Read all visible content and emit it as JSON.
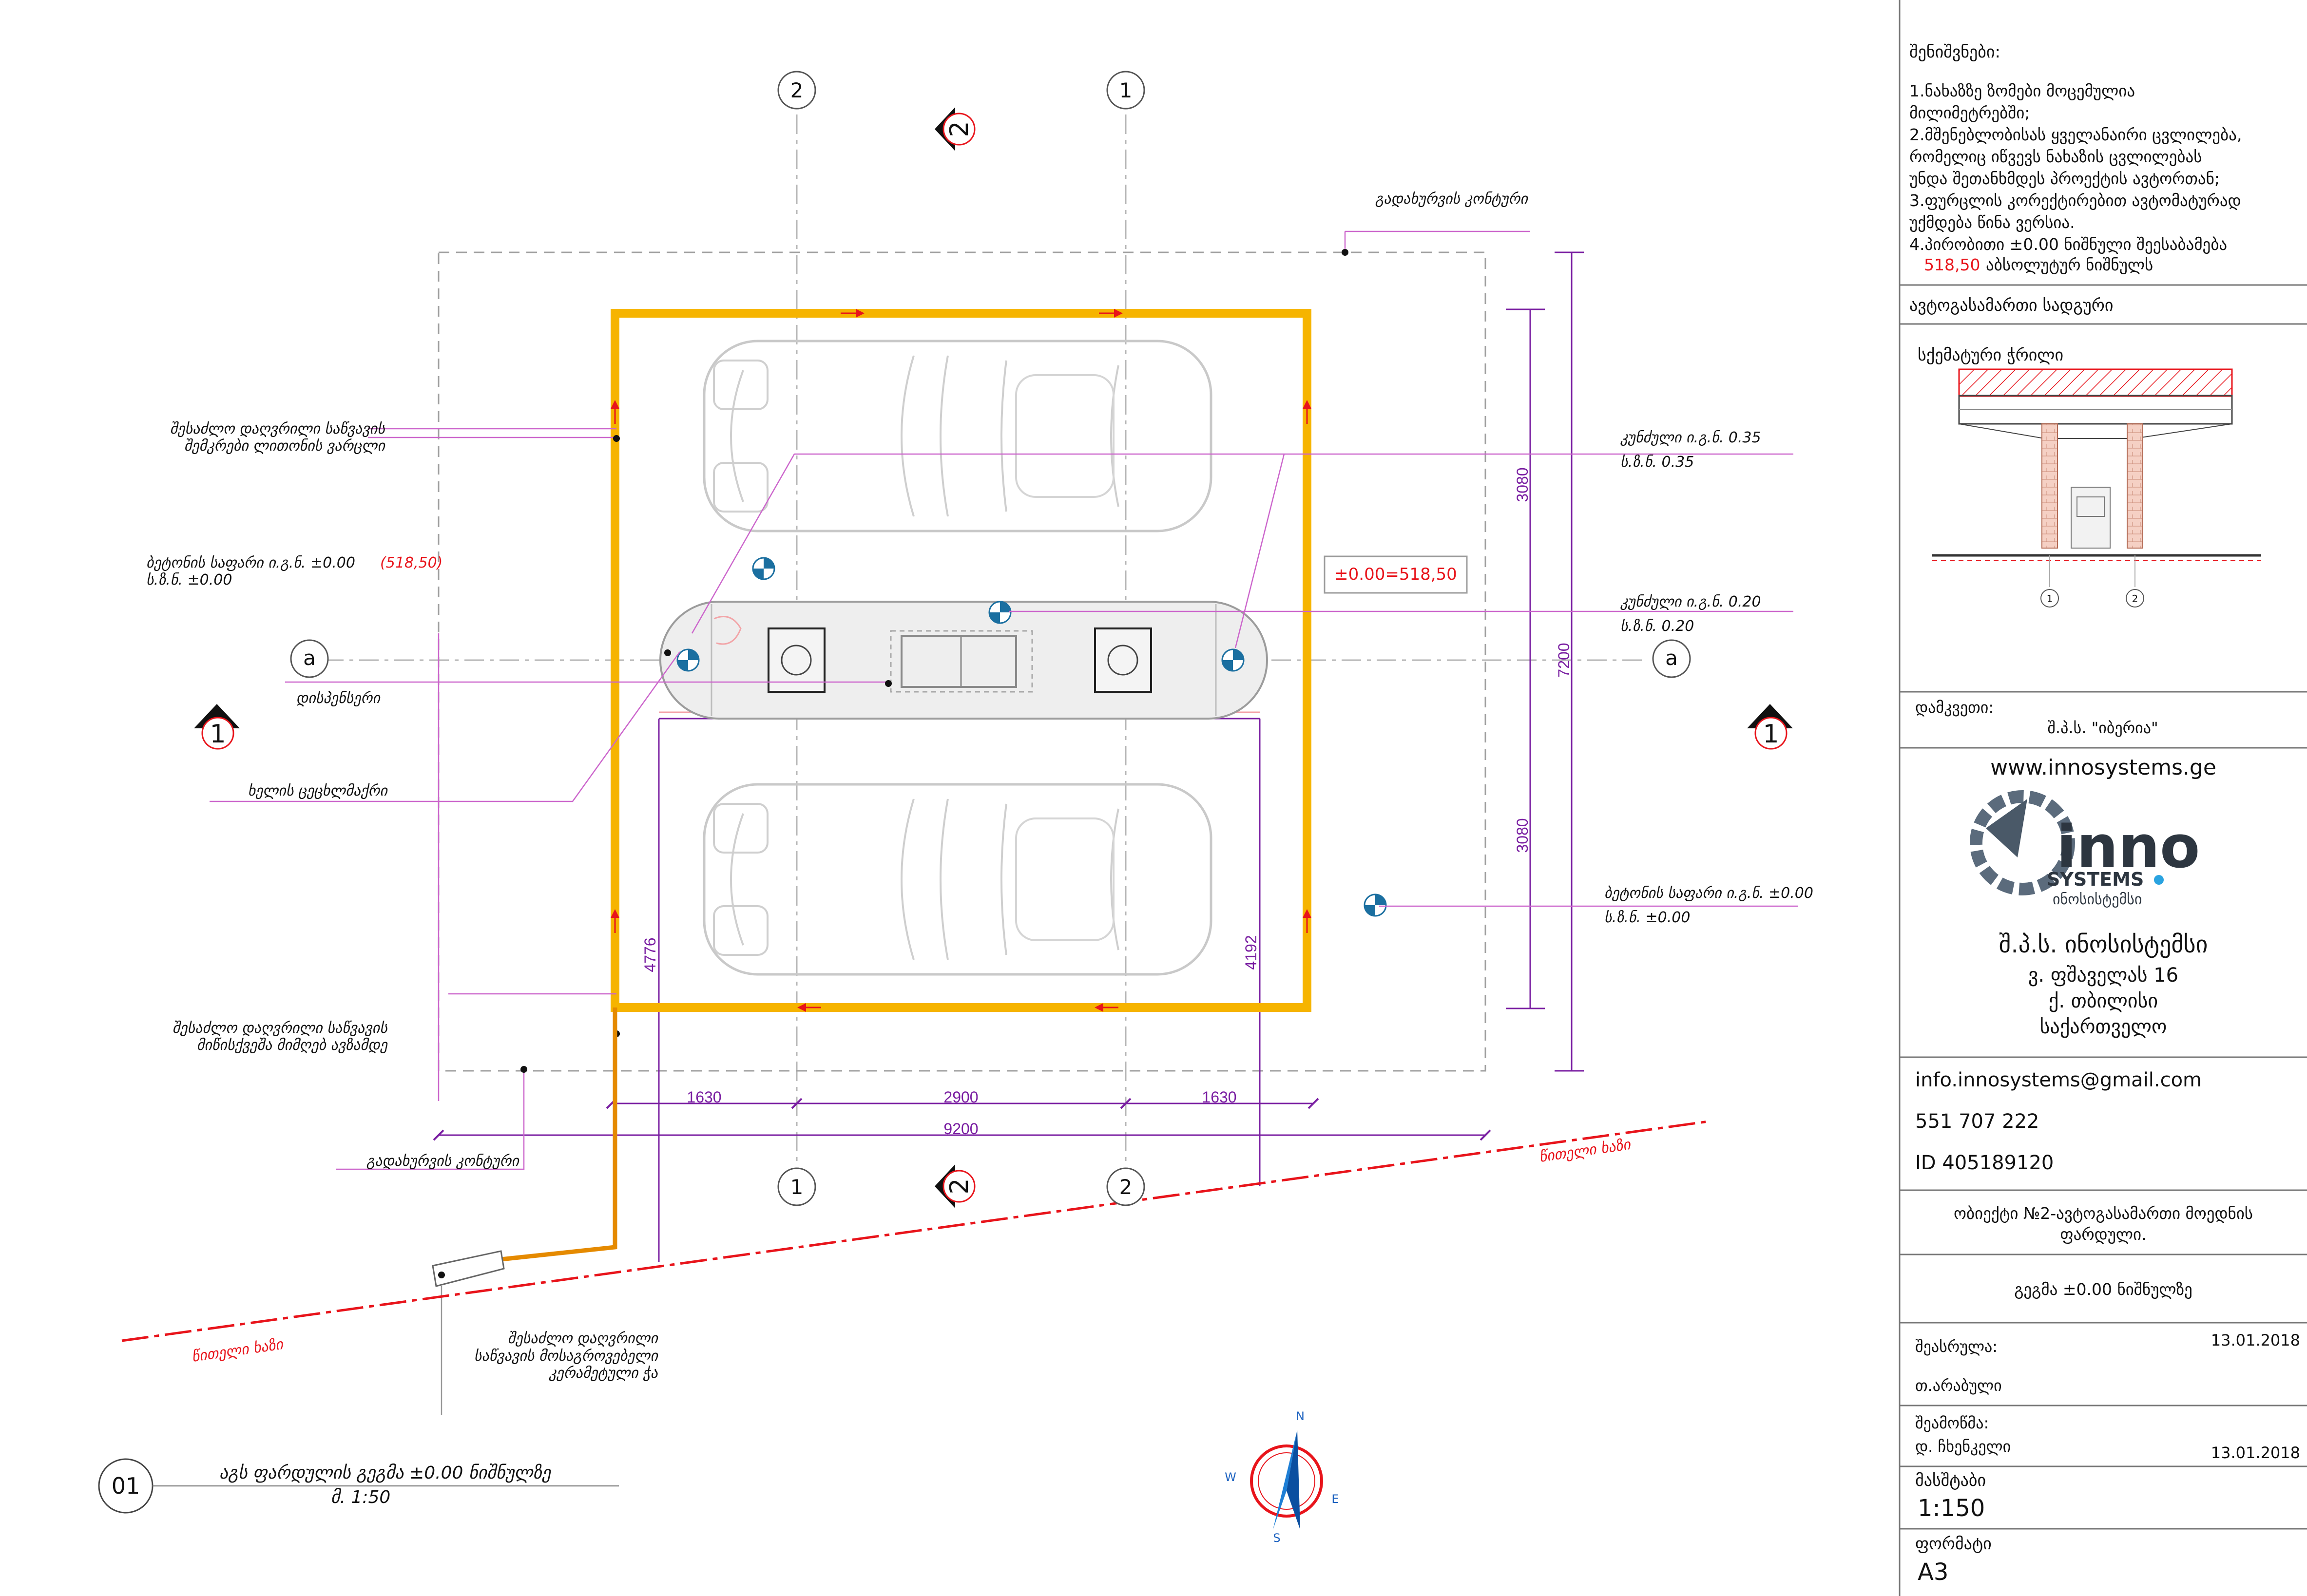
{
  "drawing": {
    "grid_axes": {
      "top": [
        "2",
        "1"
      ],
      "bottom": [
        "1",
        "2"
      ],
      "row_label": "a"
    },
    "section_marks": {
      "a_a": "2",
      "b_b": "1"
    },
    "labels": {
      "canopy_contour_top": "გადახურვის კონტური",
      "canopy_contour_bottom": "გადახურვის კონტური",
      "gutter_collect_1": "შესაძლო დაღვრილი საწვავის",
      "gutter_collect_2": "შემკრები ლითონის ვარცლი",
      "concrete_floor_1": "ბეტონის საფარი  ი.გ.ნ. ±0.00",
      "concrete_floor_1_red": "(518,50)",
      "concrete_floor_2": "ს.ზ.ნ. ±0.00",
      "dispenser": "დისპენსერი",
      "hand_extinguisher": "ხელის ცეცხლმაქრი",
      "drain_label_1": "შესაძლო დაღვრილი საწვავის",
      "drain_label_2": "მიწისქვეშა მიმღებ ავზამდე",
      "curb_1": "კუნძული  ი.გ.ნ. 0.35",
      "curb_2": "ს.ზ.ნ. 0.35",
      "curb_3": "კუნძული  ი.გ.ნ. 0.20",
      "curb_4": "ს.ზ.ნ. 0.20",
      "concrete_right_1": "ბეტონის საფარი  ი.გ.ნ. ±0.00",
      "concrete_right_2": "ს.ზ.ნ. ±0.00",
      "elevation_box": "±0.00=518,50",
      "red_line_1": "წითელი ხაზი",
      "red_line_2": "წითელი ხაზი",
      "sump_1": "შესაძლო დაღვრილი",
      "sump_2": "საწვავის მოსაგროვებელი",
      "sump_3": "კერამეტული ჭა"
    },
    "dimensions": {
      "d1630a": "1630",
      "d2900": "2900",
      "d1630b": "1630",
      "d9200": "9200",
      "d3080a": "3080",
      "d3080b": "3080",
      "d7200": "7200",
      "d4776": "4776",
      "d4192": "4192"
    },
    "title": {
      "number": "01",
      "line1": "აგს ფარდულის გეგმა ±0.00 ნიშნულზე",
      "line2": "მ. 1:50"
    },
    "compass": {
      "n": "N",
      "s": "S",
      "e": "E",
      "w": "W"
    }
  },
  "titleblock": {
    "notes_heading": "შენიშვნები:",
    "notes": [
      "1.ნახაზზე ზომები მოცემულია",
      "   მილიმეტრებში;",
      "2.მშენებლობისას ყველანაირი ცვლილება,",
      "   რომელიც იწვევს  ნახაზის ცვლილებას",
      "   უნდა შეთანხმდეს პროექტის   ავტორთან;",
      "3.ფურცლის კორექტირებით ავტომატურად",
      "   უქმდება  წინა  ვერსია.",
      "4.პირობითი ±0.00 ნიშნული შეესაბამება"
    ],
    "notes_red": "518,50",
    "notes_tail": "აბსოლუტურ ნიშნულს",
    "station": "ავტოგასამართი სადგური",
    "section_caption": "სქემატური ჭრილი",
    "section_axes": [
      "1",
      "2"
    ],
    "client_label": "დამკვეთი:",
    "client_name": "შ.პ.ს. \"იბერია\"",
    "website": "www.innosystems.ge",
    "logo_word": "inno",
    "logo_systems": "SYSTEMS",
    "logo_geo": "ინოსისტემსი",
    "company": "შ.პ.ს. ინოსისტემსი",
    "address1": "ვ. ფშაველას 16",
    "address2": "ქ. თბილისი",
    "address3": "საქართველო",
    "email": "info.innosystems@gmail.com",
    "phone": "551 707 222",
    "id": "ID 405189120",
    "object_1": "ობიექტი №2-ავტოგასამართი მოედნის",
    "object_2": "ფარდული.",
    "sheet_title": "გეგმა  ±0.00 ნიშნულზე",
    "performed_label": "შეასრულა:",
    "performed_date": "13.01.2018",
    "performed_name": "თ.არაბული",
    "checked_label": "შეამოწმა:",
    "checked_name": "დ. ჩხენკელი",
    "checked_date": "13.01.2018",
    "scale_label": "მასშტაბი",
    "scale_value": "1:150",
    "format_label": "ფორმატი",
    "format_value": "A3"
  }
}
